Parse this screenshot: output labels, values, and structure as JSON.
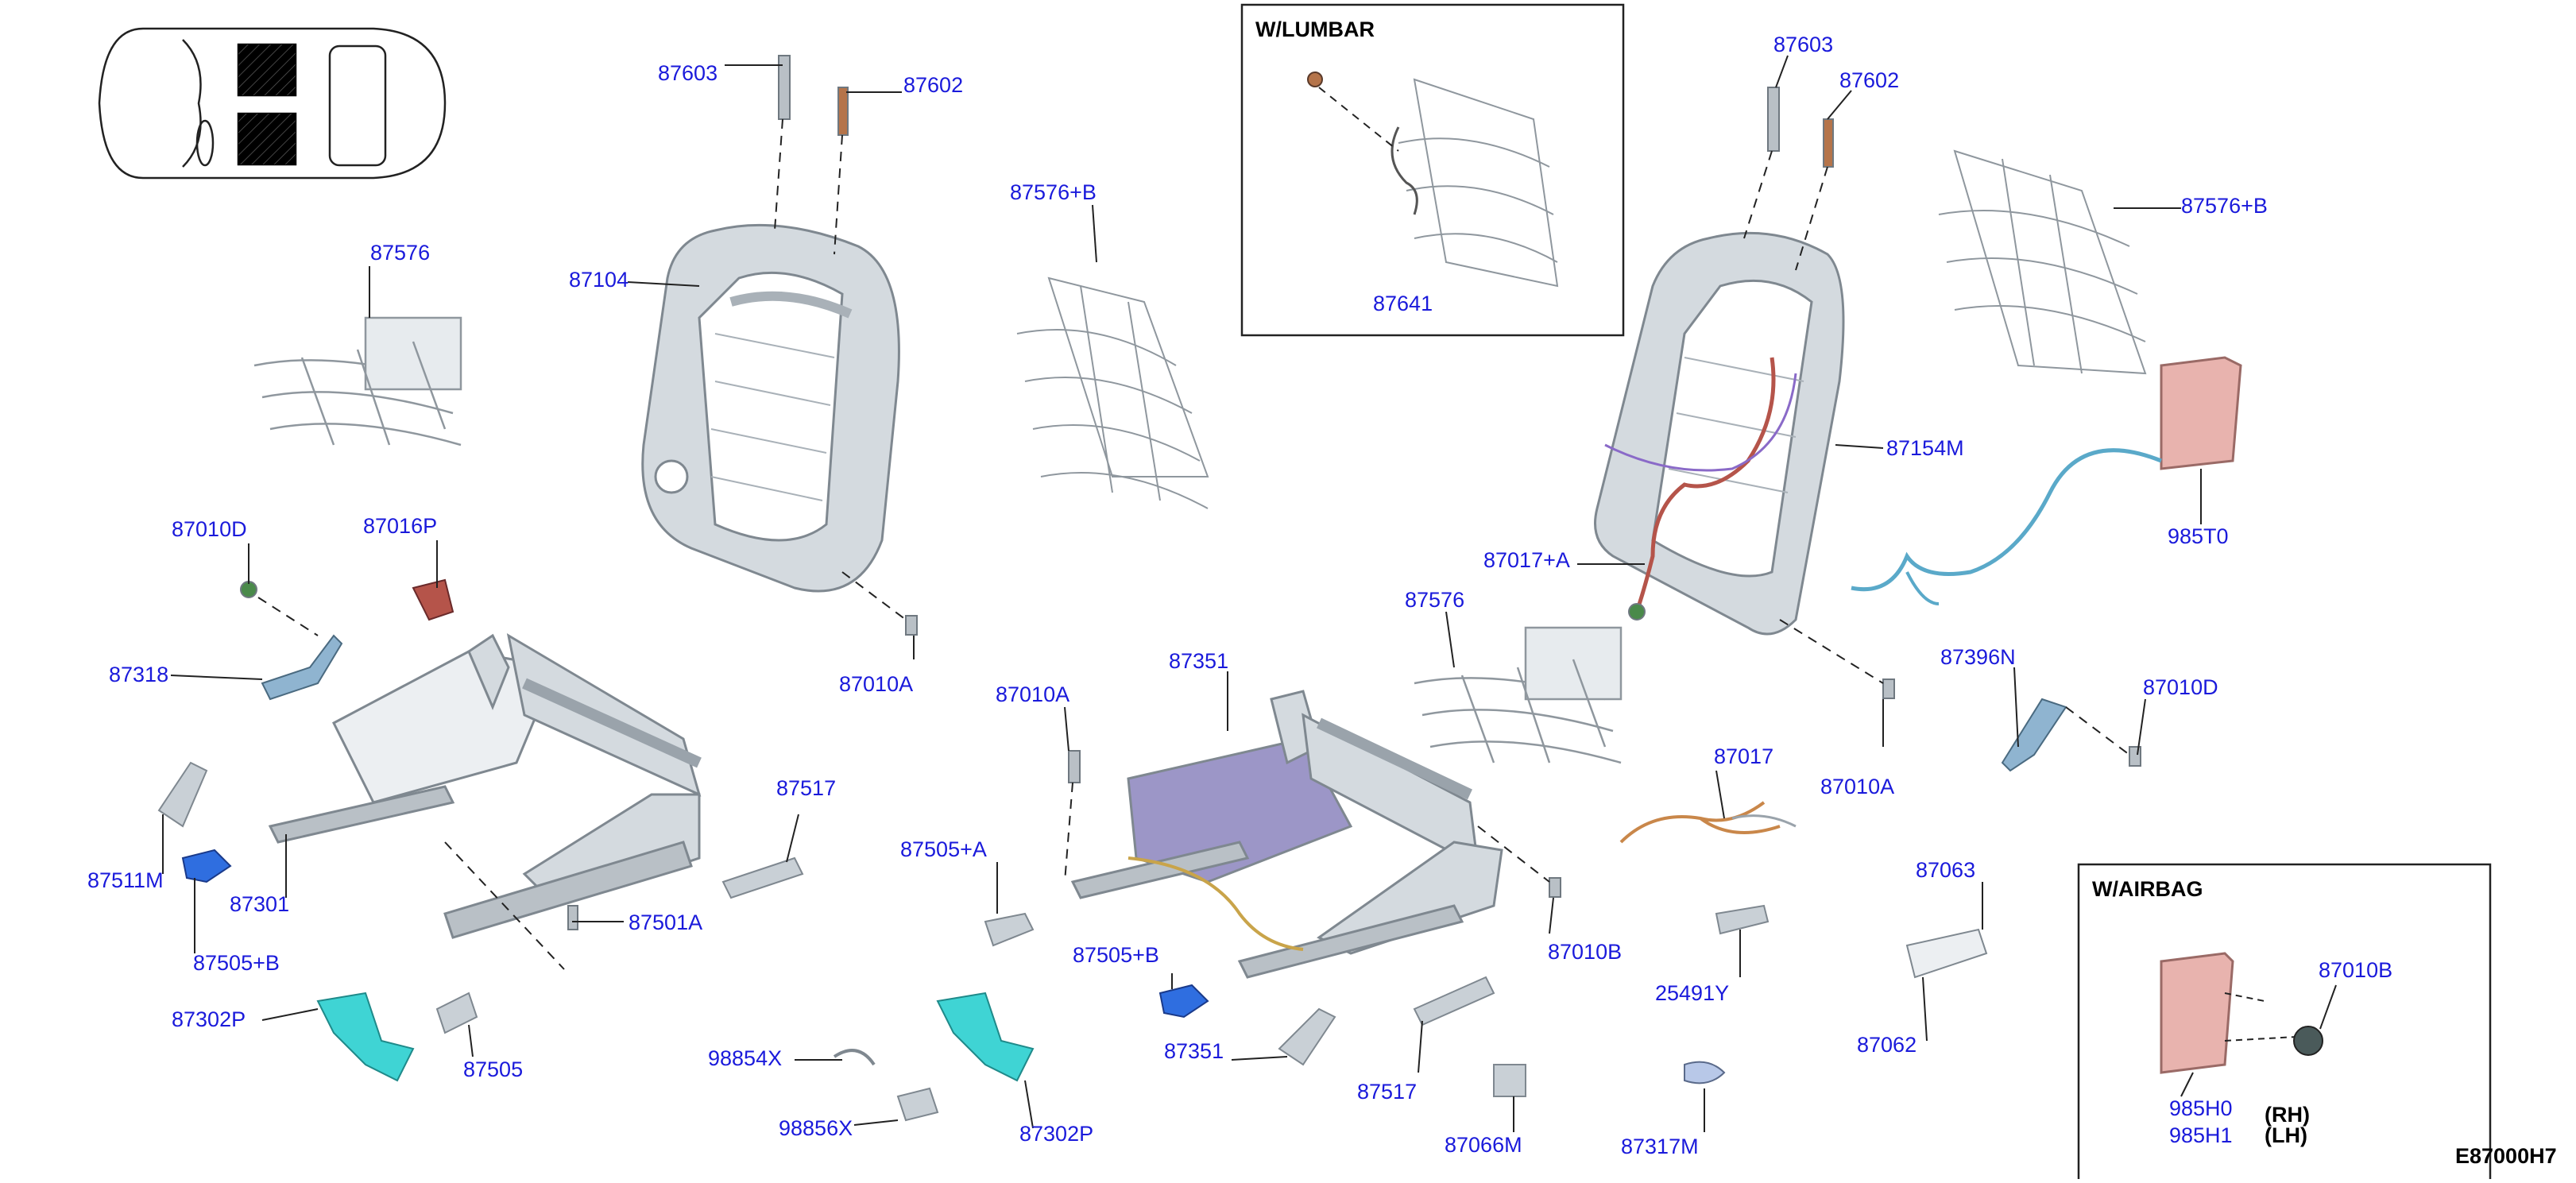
{
  "boxes": {
    "lumbar_title": "W/LUMBAR",
    "airbag_title": "W/AIRBAG"
  },
  "diagram_code": "E87000H7",
  "side_notes": {
    "rh": "(RH)",
    "lh": "(LH)"
  },
  "labels": [
    "87603",
    "87602",
    "87576+B",
    "87576",
    "87104",
    "87641",
    "87603",
    "87602",
    "87576+B",
    "87154M",
    "985T0",
    "87017+A",
    "87010D",
    "87016P",
    "87318",
    "87010A",
    "87010A",
    "87351",
    "87576",
    "87396N",
    "87010D",
    "87017",
    "87010A",
    "87511M",
    "87301",
    "87517",
    "87505+A",
    "87505+B",
    "87501A",
    "87010B",
    "25491Y",
    "87063",
    "87505+B",
    "87302P",
    "87505",
    "98854X",
    "87351",
    "87517",
    "87062",
    "87010B",
    "98856X",
    "87302P",
    "87066M",
    "87317M",
    "985H0",
    "985H1"
  ],
  "colors": {
    "label_blue": "#1a1adb",
    "frame_gray": "#c9d0d6",
    "wire_teal": "#5aa9c9",
    "airbag_pink": "#e8b3ae",
    "bracket_cyan": "#3fd4d4",
    "bracket_blue": "#2f6ee0",
    "cushion_purple": "#9c96c7",
    "harness_brown": "#c9874a",
    "motor_red": "#b5544a"
  }
}
